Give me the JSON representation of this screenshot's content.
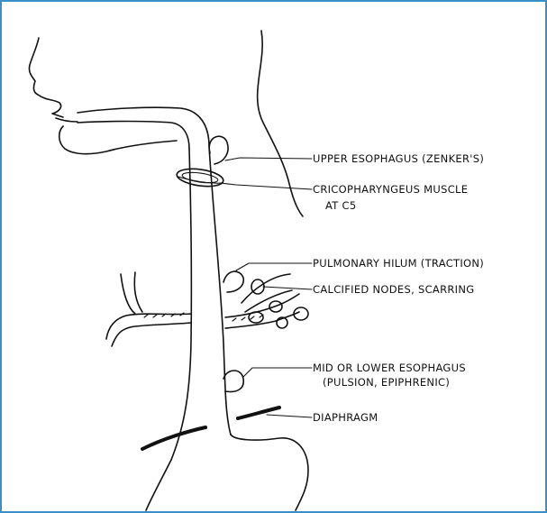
{
  "labels": {
    "upper_esophagus": "UPPER ESOPHAGUS (ZENKER'S)",
    "cricopharyngeus_1": "CRICOPHARYNGEUS MUSCLE",
    "cricopharyngeus_2": "AT C5",
    "pulmonary_hilum": "PULMONARY HILUM (TRACTION)",
    "calcified_nodes": "CALCIFIED NODES, SCARRING",
    "mid_lower_1": "MID OR LOWER ESOPHAGUS",
    "mid_lower_2": "(PULSION, EPIPHRENIC)",
    "diaphragm": "DIAPHRAGM"
  },
  "colors": {
    "frame_border": "#3a8fc7",
    "line": "#111111"
  }
}
